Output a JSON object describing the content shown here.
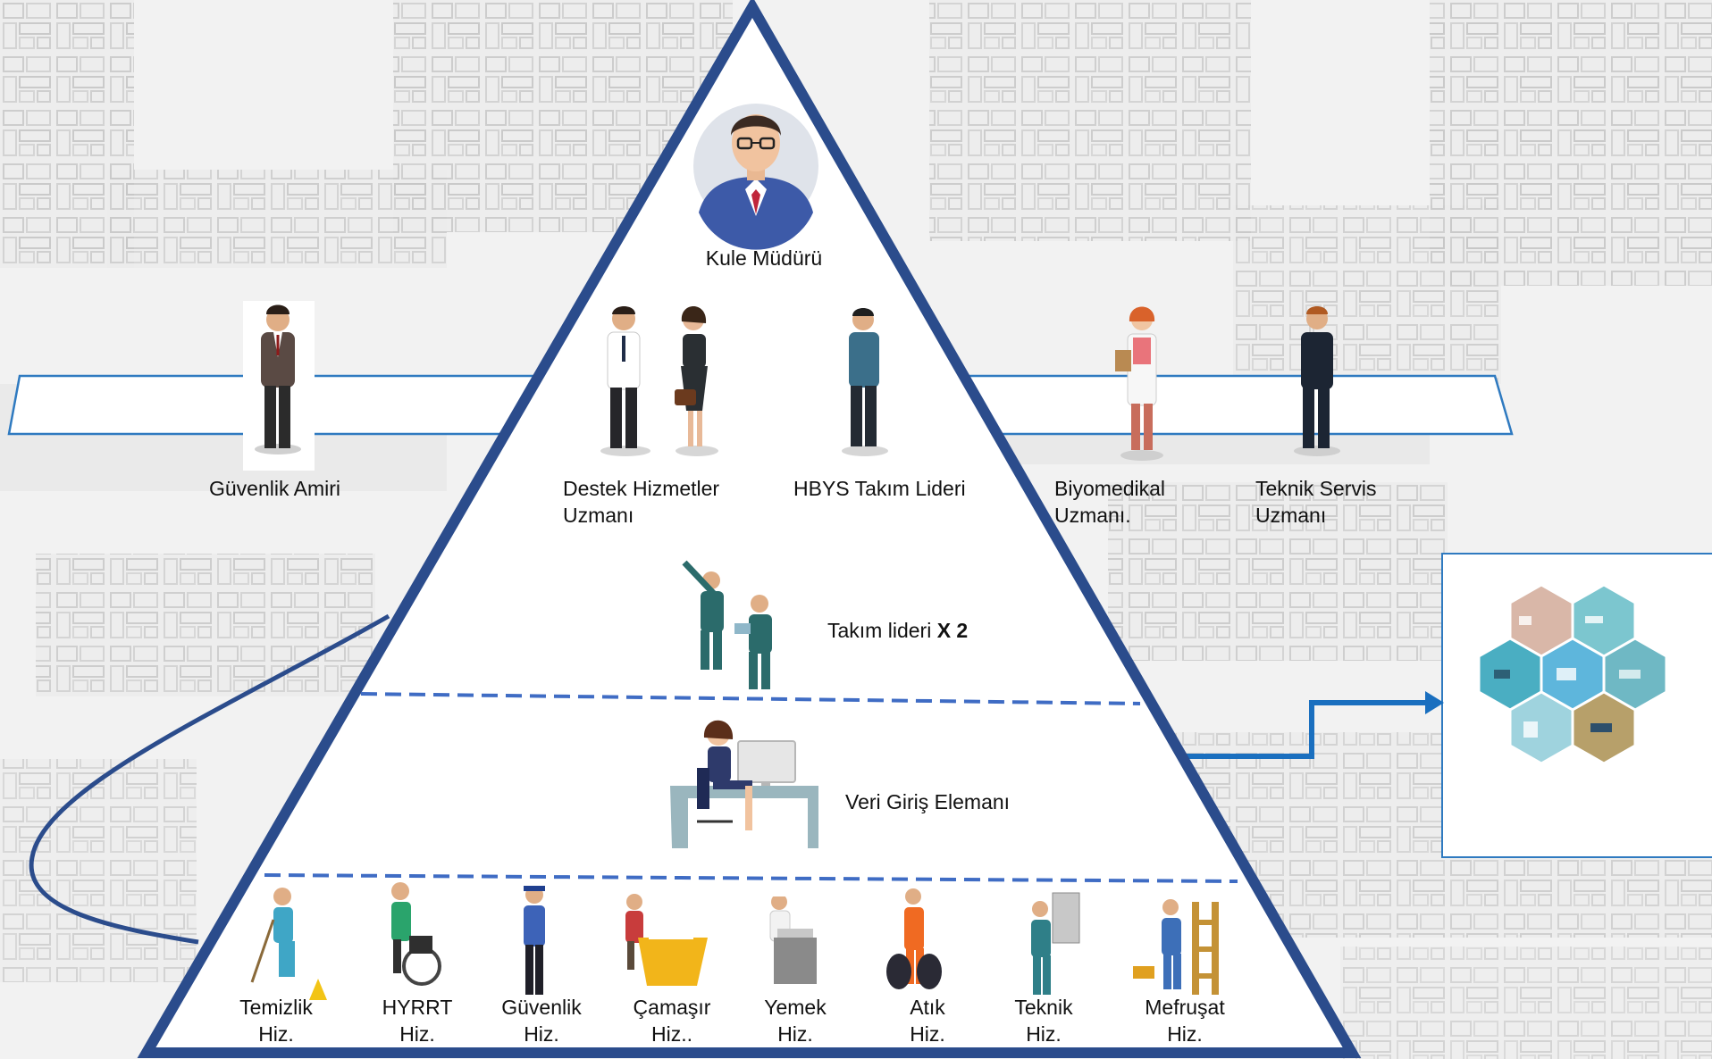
{
  "top": {
    "label": "Kule Müdürü"
  },
  "band": {
    "security_chief": "Güvenlik Amiri",
    "support": {
      "line1": "Destek Hizmetler",
      "line2": "Uzmanı"
    },
    "hbys": "HBYS Takım Lideri",
    "biomedical": {
      "line1": "Biyomedikal",
      "line2": "Uzmanı."
    },
    "technical": {
      "line1": "Teknik Servis",
      "line2": "Uzmanı"
    }
  },
  "team_leader": {
    "label": "Takım lideri ",
    "multiplier": "X 2"
  },
  "data_entry": {
    "label": "Veri Giriş Elemanı"
  },
  "services": [
    {
      "line1": "Temizlik",
      "line2": "Hiz."
    },
    {
      "line1": "HYRRT",
      "line2": "Hiz."
    },
    {
      "line1": "Güvenlik",
      "line2": "Hiz."
    },
    {
      "line1": "Çamaşır",
      "line2": "Hiz.."
    },
    {
      "line1": "Yemek",
      "line2": "Hiz."
    },
    {
      "line1": "Atık",
      "line2": "Hiz."
    },
    {
      "line1": "Teknik",
      "line2": "Hiz."
    },
    {
      "line1": "Mefruşat",
      "line2": "Hiz."
    }
  ],
  "colors": {
    "triangle_border": "#2b4c8c",
    "dashed": "#3f6cc4",
    "band_border": "#2f7ac0",
    "arrow": "#1a6fbf",
    "curve": "#2b4c8c"
  }
}
